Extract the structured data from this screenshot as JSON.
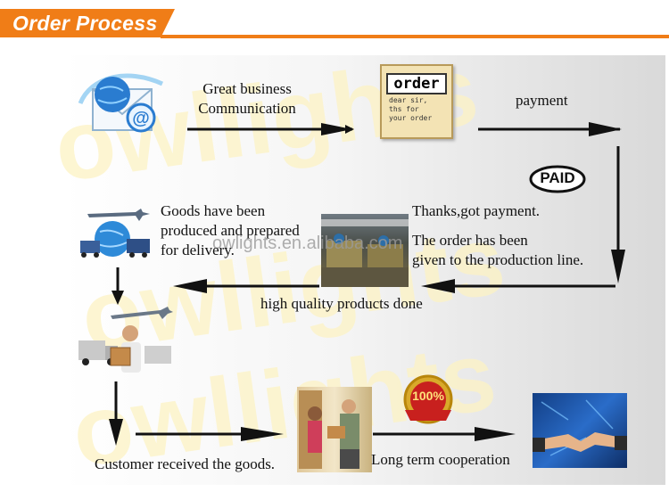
{
  "header": {
    "title": "Order Process"
  },
  "watermark": {
    "big": "owllights",
    "url": "owlights.en.alibaba.com"
  },
  "steps": {
    "communication": "Great business\nCommunication",
    "order_card": {
      "title": "order",
      "body": "dear sir,\nths for\nyour order"
    },
    "payment": "payment",
    "paid_badge": "PAID",
    "thanks": "Thanks,got payment.",
    "production": "The order has been\ngiven to the production line.",
    "goods_ready": "Goods have been\nproduced and prepared\nfor delivery.",
    "quality": "high quality products done",
    "received": "Customer received the goods.",
    "cooperation": "Long term cooperation",
    "badge_100": "100%"
  },
  "colors": {
    "accent": "#f07d17",
    "arrow": "#111111",
    "text": "#111111"
  }
}
